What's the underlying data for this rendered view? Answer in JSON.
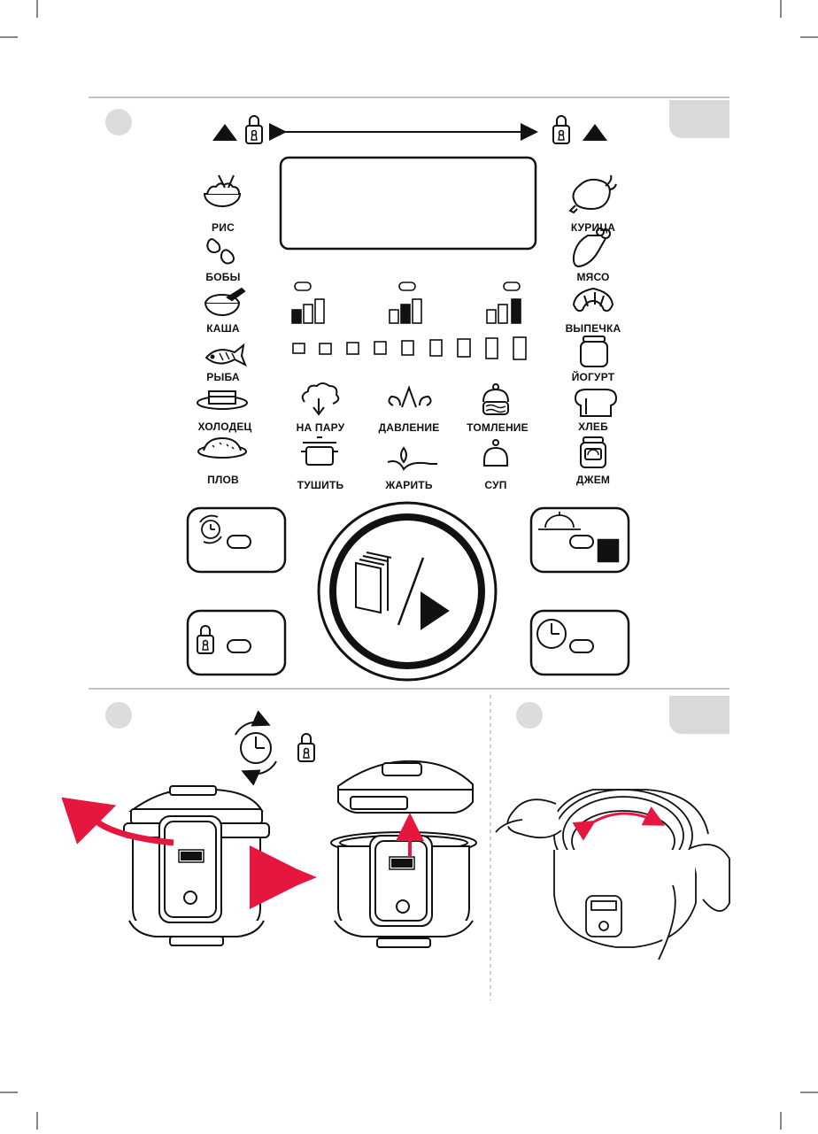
{
  "left_programs": [
    {
      "label": "РИС",
      "icon": "rice-bowl-icon"
    },
    {
      "label": "БОБЫ",
      "icon": "beans-icon"
    },
    {
      "label": "КАША",
      "icon": "porridge-bowl-icon"
    },
    {
      "label": "РЫБА",
      "icon": "fish-icon"
    },
    {
      "label": "ХОЛОДЕЦ",
      "icon": "aspic-dish-icon"
    },
    {
      "label": "ПЛОВ",
      "icon": "pilaf-dish-icon"
    }
  ],
  "right_programs": [
    {
      "label": "КУРИЦА",
      "icon": "chicken-icon"
    },
    {
      "label": "МЯСО",
      "icon": "meat-leg-icon"
    },
    {
      "label": "ВЫПЕЧКА",
      "icon": "croissant-icon"
    },
    {
      "label": "ЙОГУРТ",
      "icon": "yogurt-jar-icon"
    },
    {
      "label": "ХЛЕБ",
      "icon": "bread-loaf-icon"
    },
    {
      "label": "ДЖЕМ",
      "icon": "jam-jar-icon"
    }
  ],
  "middle_programs": [
    {
      "label": "НА ПАРУ",
      "icon": "steam-icon"
    },
    {
      "label": "ДАВЛЕНИЕ",
      "icon": "pressure-icon"
    },
    {
      "label": "ТОМЛЕНИЕ",
      "icon": "simmer-pot-icon"
    },
    {
      "label": "ТУШИТЬ",
      "icon": "stew-pot-icon"
    },
    {
      "label": "ЖАРИТЬ",
      "icon": "fry-flame-icon"
    },
    {
      "label": "СУП",
      "icon": "soup-pot-icon"
    }
  ],
  "buttons": [
    {
      "name": "timer-button",
      "icon": "timer-cycle-icon"
    },
    {
      "name": "keep-warm-button",
      "icon": "cloche-icon"
    },
    {
      "name": "lock-button",
      "icon": "padlock-icon"
    },
    {
      "name": "delay-start-button",
      "icon": "clock-icon"
    },
    {
      "name": "menu-start-dial",
      "icon": "book-play-icon"
    }
  ],
  "colors": {
    "accent": "#e5173f",
    "ink": "#1a1a1a",
    "step_circle": "#dcdcdc",
    "tab": "#d9d9d9"
  }
}
